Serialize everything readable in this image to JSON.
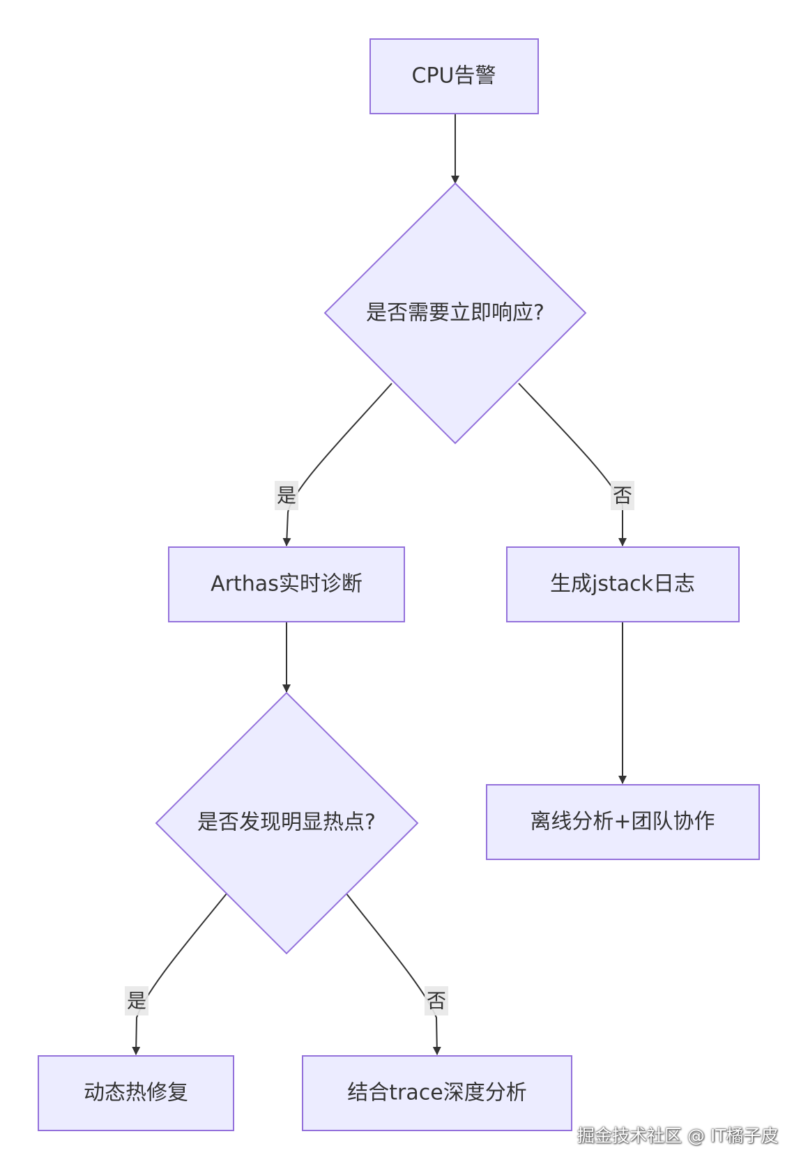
{
  "nodes": {
    "cpu_alert": "CPU告警",
    "need_immediate": "是否需要立即响应?",
    "arthas": "Arthas实时诊断",
    "jstack": "生成jstack日志",
    "hotspot": "是否发现明显热点?",
    "offline": "离线分析+团队协作",
    "hotfix": "动态热修复",
    "trace": "结合trace深度分析"
  },
  "edges": {
    "yes_1": "是",
    "no_1": "否",
    "yes_2": "是",
    "no_2": "否"
  },
  "watermark": "掘金技术社区 @ IT橘子皮",
  "colors": {
    "node_fill": "#ECECFF",
    "node_stroke": "#9370DB",
    "edge": "#333333",
    "label_bg": "#e8e8e8"
  }
}
